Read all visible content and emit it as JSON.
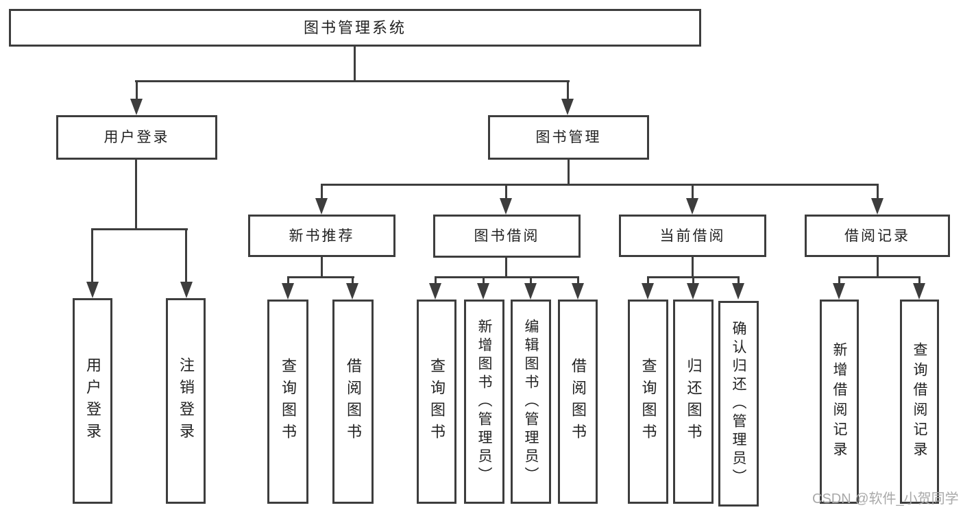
{
  "diagram": {
    "nodes": {
      "root": "图书管理系统",
      "level2": {
        "user_login": "用户登录",
        "book_mgmt": "图书管理"
      },
      "level3": {
        "new_book_rec": "新书推荐",
        "book_borrow": "图书借阅",
        "current_borrow": "当前借阅",
        "borrow_record": "借阅记录"
      },
      "leaves": {
        "user_login_children": [
          "用户登录",
          "注销登录"
        ],
        "new_book_rec_children": [
          "查询图书",
          "借阅图书"
        ],
        "book_borrow_children": [
          "查询图书",
          "新增图书（管理员）",
          "编辑图书（管理员）",
          "借阅图书"
        ],
        "current_borrow_children": [
          "查询图书",
          "归还图书",
          "确认归还（管理员）"
        ],
        "borrow_record_children": [
          "新增借阅记录",
          "查询借阅记录"
        ]
      }
    },
    "watermark": "CSDN @软件_小贺同学",
    "colors": {
      "line": "#3d3d3d",
      "text": "#222222",
      "watermark": "#a9a9a9",
      "background": "#ffffff"
    }
  }
}
